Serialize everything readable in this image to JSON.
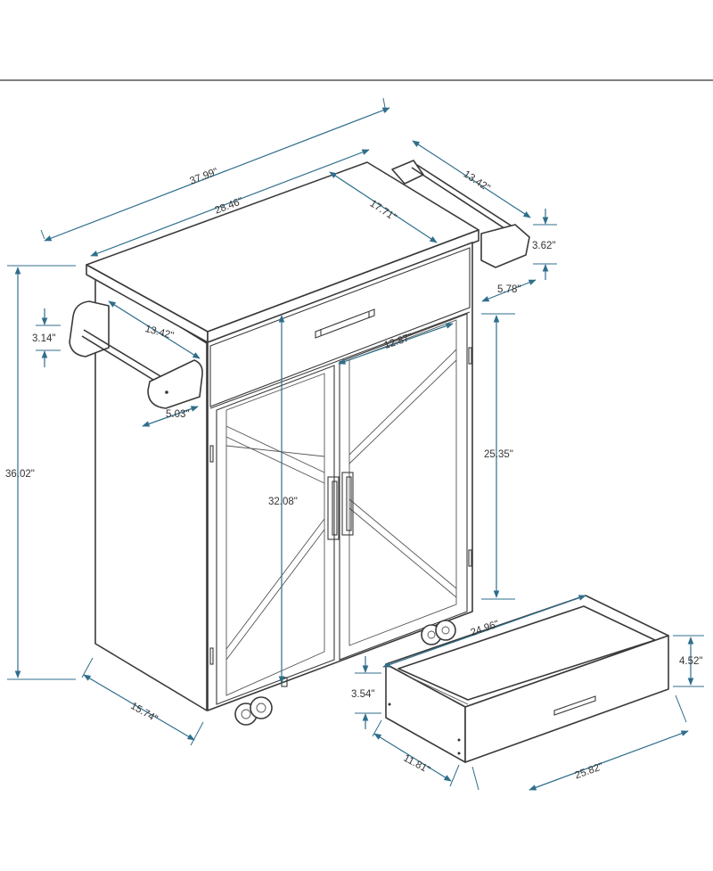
{
  "dimensions": {
    "overall_width": "37.99\"",
    "top_width": "28.46\"",
    "top_depth": "17.71\"",
    "rack_length": "13.42\"",
    "rack_height_right": "3.62\"",
    "rack_offset_right": "5.78\"",
    "rack_height_left": "3.14\"",
    "rack_length_left": "13.42\"",
    "rack_offset_left": "5.03\"",
    "door_opening_width": "12.87\"",
    "overall_height": "36.02\"",
    "interior_height": "32.08\"",
    "cabinet_height": "25.35\"",
    "depth": "15.74\"",
    "drawer_length": "24.96\"",
    "drawer_height": "4.52\"",
    "drawer_inner_height": "3.54\"",
    "drawer_width": "11.81\"",
    "drawer_front_width": "25.82\""
  },
  "colors": {
    "outline": "#3a3a3a",
    "dimension_line": "#2f6e8c",
    "text": "#333333",
    "background": "#ffffff"
  }
}
